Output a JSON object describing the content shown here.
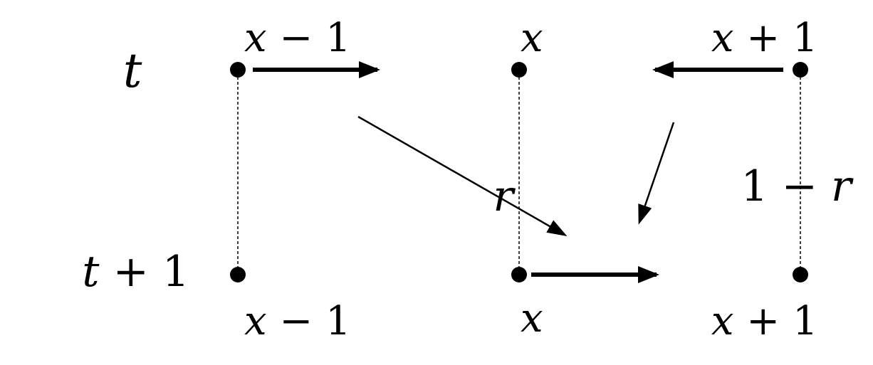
{
  "diagram": {
    "rows": {
      "top": {
        "var": "t",
        "rest": ""
      },
      "bottom": {
        "var": "t",
        "rest": " + 1"
      }
    },
    "columns": {
      "left": {
        "var": "x",
        "rest": " − 1"
      },
      "center": {
        "var": "x",
        "rest": ""
      },
      "right": {
        "var": "x",
        "rest": " + 1"
      }
    },
    "weights": {
      "left_weight": {
        "pre": "",
        "var": "r"
      },
      "right_weight": {
        "pre": "1 − ",
        "var": "r"
      }
    },
    "colors": {
      "ink": "#000000",
      "background": "#ffffff"
    }
  }
}
